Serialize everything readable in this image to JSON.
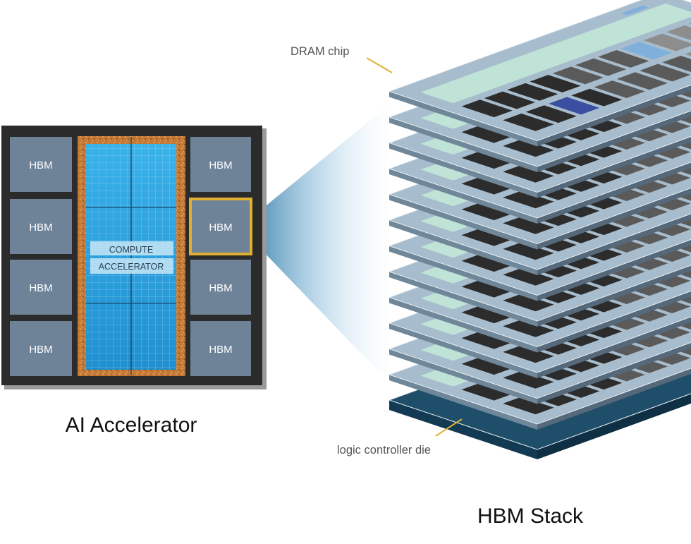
{
  "accelerator": {
    "caption": "AI Accelerator",
    "core_label_line1": "COMPUTE",
    "core_label_line2": "ACCELERATOR",
    "hbm_modules": [
      {
        "label": "HBM",
        "side": "left",
        "highlighted": false
      },
      {
        "label": "HBM",
        "side": "left",
        "highlighted": false
      },
      {
        "label": "HBM",
        "side": "left",
        "highlighted": false
      },
      {
        "label": "HBM",
        "side": "left",
        "highlighted": false
      },
      {
        "label": "HBM",
        "side": "right",
        "highlighted": false
      },
      {
        "label": "HBM",
        "side": "right",
        "highlighted": true
      },
      {
        "label": "HBM",
        "side": "right",
        "highlighted": false
      },
      {
        "label": "HBM",
        "side": "right",
        "highlighted": false
      }
    ]
  },
  "stack": {
    "caption": "HBM Stack",
    "dram_label": "DRAM chip",
    "logic_label": "logic controller die"
  },
  "colors": {
    "package": "#2b2b2b",
    "hbm_fill": "#6e8298",
    "highlight": "#e0b030",
    "core_blue": "#2aa3e0",
    "interposer": "#c27a3a",
    "wafer_top": "#a7bccc",
    "wafer_mint": "#bfe3d6",
    "cell_dark": "#2c2c2c",
    "cell_grey": "#8d8d8d",
    "cell_blue": "#7fb0dc",
    "base_die": "#1e4e6a"
  }
}
